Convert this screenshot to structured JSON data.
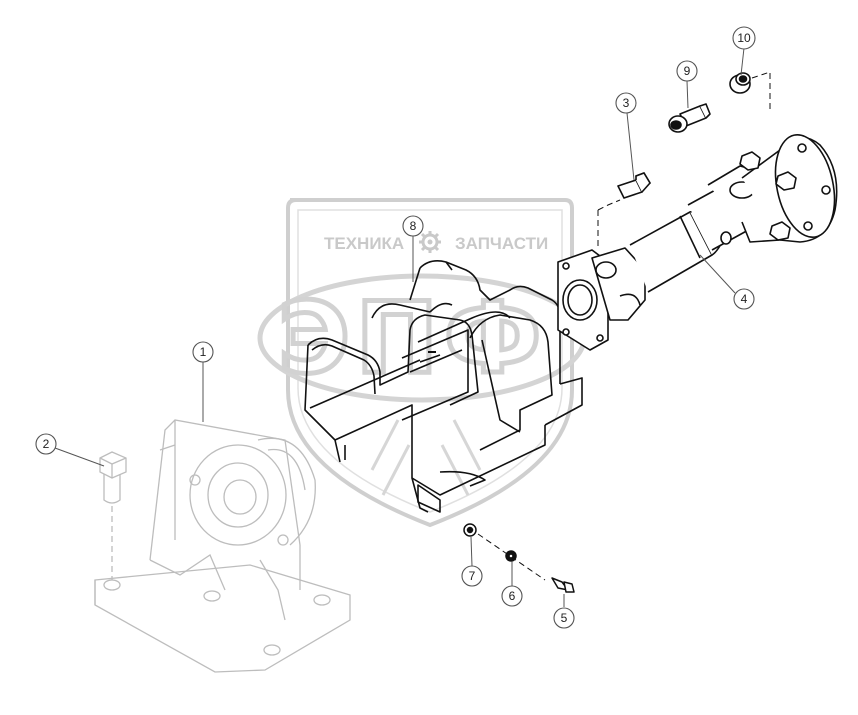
{
  "watermark": {
    "left_word": "ТЕХНИКА",
    "right_word": "ЗАПЧАСТИ",
    "logo_letters": "ЭПФ",
    "gear_icon": "gear-icon"
  },
  "callouts": [
    {
      "id": "callout-1",
      "label": "1"
    },
    {
      "id": "callout-2",
      "label": "2"
    },
    {
      "id": "callout-3",
      "label": "3"
    },
    {
      "id": "callout-4",
      "label": "4"
    },
    {
      "id": "callout-5",
      "label": "5"
    },
    {
      "id": "callout-6",
      "label": "6"
    },
    {
      "id": "callout-7",
      "label": "7"
    },
    {
      "id": "callout-8",
      "label": "8"
    },
    {
      "id": "callout-9",
      "label": "9"
    },
    {
      "id": "callout-10",
      "label": "10"
    }
  ],
  "colors": {
    "line": "#111111",
    "faint_part": "#bdbdbd",
    "watermark": "#cccccc"
  }
}
